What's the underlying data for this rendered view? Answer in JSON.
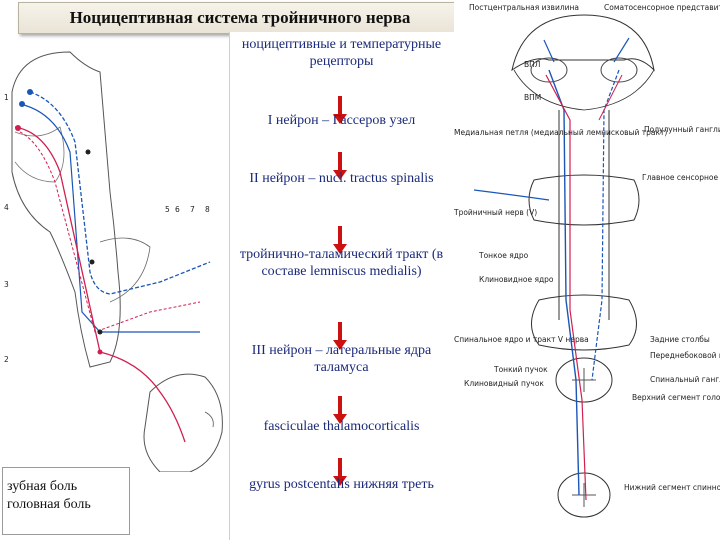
{
  "title": "Ноцицептивная система тройничного нерва",
  "flow": [
    "ноцицептивные и температурные рецепторы",
    "I нейрон – Гассеров узел",
    "II нейрон – nucl. tractus spinalis",
    "тройнично-таламический тракт (в составе lemniscus medialis)",
    "III нейрон – латеральные ядра таламуса",
    "fasciculae thalamocorticalis",
    "gyrus postcentalis нижняя треть"
  ],
  "caption": [
    "зубная боль",
    "головная боль"
  ],
  "left_labels": [
    "1",
    "2",
    "3",
    "4",
    "5",
    "6",
    "7",
    "8"
  ],
  "right_labels": {
    "postcentral": "Постцентральная извилина",
    "somatosensory": "Соматосенсорное представительство",
    "vpl": "ВПЛ",
    "vpm": "ВПМ",
    "medial_lemniscus": "Медиальная петля (медиаль­ный лемнисков­ый тракт)",
    "semilunar": "Полулунный ганглий",
    "trigeminal_n": "Тройничный нерв (V)",
    "main_sensory": "Главное сенсорное ядро V нерва",
    "gracile": "Тонкое ядро",
    "cuneate": "Клиновидное ядро",
    "spinal_nucleus": "Спинальное ядро и тракт V нерва",
    "fasc_gracilis": "Тонкий пучок",
    "fasc_cuneatus": "Клиновидный пучок",
    "dorsal_columns": "Задние столбы",
    "anterolateral": "Переднебоковой квадрант",
    "spinal_ganglion": "Спинальный ганглий",
    "upper_segment": "Верхний сегмент головного мозга",
    "lower_segment": "Нижний сегмент спинного мозга"
  },
  "colors": {
    "arrow": "#cc1111",
    "flow_text": "#1a2a7a",
    "blue_path": "#1a56b8",
    "red_path": "#d02050"
  }
}
